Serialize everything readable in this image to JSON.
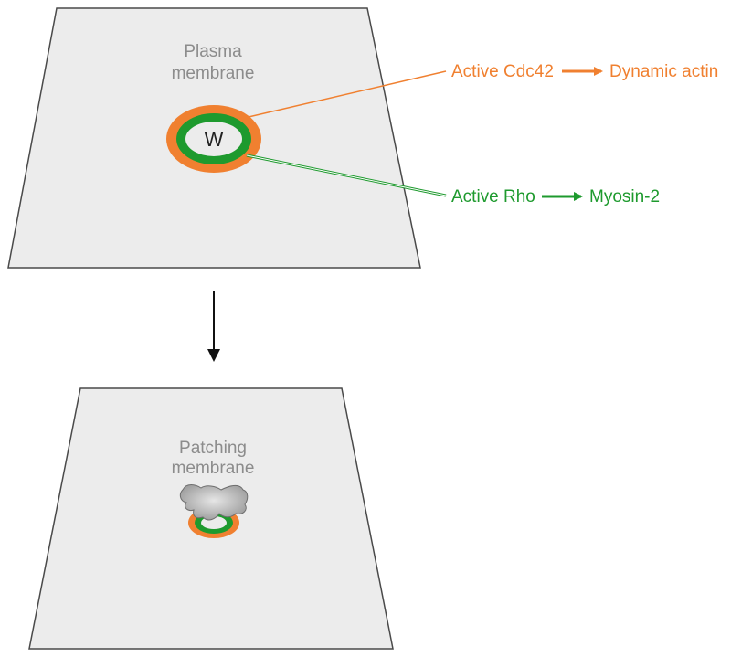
{
  "top_panel": {
    "label_line1": "Plasma",
    "label_line2": "membrane",
    "wound_label": "W"
  },
  "cdc42_pathway": {
    "source": "Active Cdc42",
    "target": "Dynamic actin"
  },
  "rho_pathway": {
    "source": "Active Rho",
    "target": "Myosin-2"
  },
  "bottom_panel": {
    "label_line1": "Patching",
    "label_line2": "membrane"
  },
  "colors": {
    "panel_fill": "#ececec",
    "panel_stroke": "#4a4a4a",
    "orange": "#f08030",
    "green": "#1e9a2e",
    "patch_gray": "#b5b5b5"
  }
}
